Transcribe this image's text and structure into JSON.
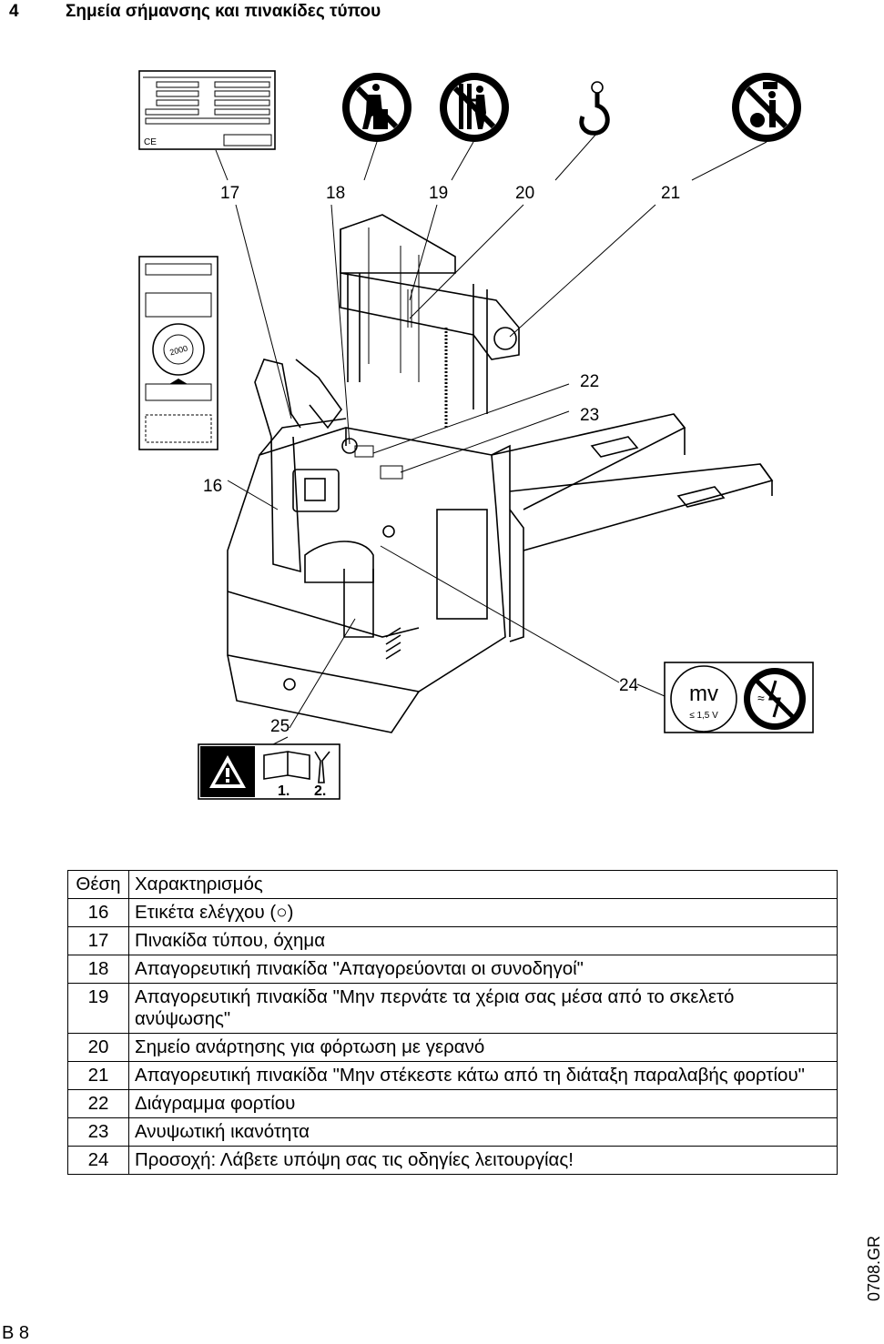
{
  "header": {
    "number": "4",
    "title": "Σημεία σήμανσης και πινακίδες τύπου"
  },
  "callouts": [
    "16",
    "17",
    "18",
    "19",
    "20",
    "21",
    "22",
    "23",
    "24",
    "25"
  ],
  "label_text": {
    "inspection_year": "2000",
    "mv_symbol": "mv",
    "voltage": "≤ 1,5 V",
    "approx_symbol": "≈",
    "step_one": "1.",
    "step_two": "2."
  },
  "legend": {
    "head": {
      "pos": "Θέση",
      "desc": "Χαρακτηρισμός"
    },
    "rows": [
      {
        "pos": "16",
        "desc": "Ετικέτα ελέγχου (○)"
      },
      {
        "pos": "17",
        "desc": "Πινακίδα τύπου, όχημα"
      },
      {
        "pos": "18",
        "desc": "Απαγορευτική πινακίδα \"Απαγορεύονται οι συνοδηγοί\""
      },
      {
        "pos": "19",
        "desc": "Απαγορευτική πινακίδα \"Μην περνάτε τα χέρια σας μέσα από το σκελετό ανύψωσης\""
      },
      {
        "pos": "20",
        "desc": "Σημείο ανάρτησης για φόρτωση με γερανό"
      },
      {
        "pos": "21",
        "desc": "Απαγορευτική πινακίδα \"Μην στέκεστε κάτω από τη διάταξη παραλαβής φορτίου\""
      },
      {
        "pos": "22",
        "desc": "Διάγραμμα φορτίου"
      },
      {
        "pos": "23",
        "desc": "Ανυψωτική ικανότητα"
      },
      {
        "pos": "24",
        "desc": "Προσοχή: Λάβετε υπόψη σας τις οδηγίες λειτουργίας!"
      }
    ]
  },
  "footer": {
    "page": "B 8",
    "code": "0708.GR"
  }
}
